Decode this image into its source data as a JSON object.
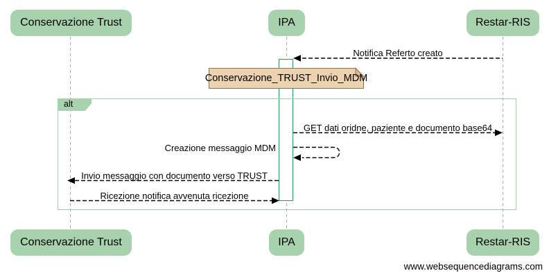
{
  "diagram": {
    "actors": [
      {
        "id": "conservazione-trust",
        "label": "Conservazione Trust"
      },
      {
        "id": "ipa",
        "label": "IPA"
      },
      {
        "id": "restar-ris",
        "label": "Restar-RIS"
      }
    ],
    "note": {
      "label": "Conservazione_TRUST_Invio_MDM"
    },
    "frame": {
      "operator_label": "alt"
    },
    "messages": [
      {
        "label": "Notifica Referto creato",
        "from": "Restar-RIS",
        "to": "IPA",
        "line": "dashed"
      },
      {
        "label": "GET dati oridne, paziente e documento base64",
        "from": "IPA",
        "to": "Restar-RIS",
        "line": "dashed"
      },
      {
        "label": "Creazione messaggio MDM",
        "from": "IPA",
        "to": "IPA",
        "line": "dashed-self"
      },
      {
        "label": "Invio messaggio con documento verso TRUST",
        "from": "IPA",
        "to": "Conservazione Trust",
        "line": "dashed"
      },
      {
        "label": "Ricezione notifica avvenuta ricezione",
        "from": "Conservazione Trust",
        "to": "IPA",
        "line": "dashed"
      }
    ],
    "footer": "www.websequencediagrams.com",
    "colors": {
      "actor_fill": "#a8d1ad",
      "frame_border": "#a3cfa9",
      "activation_border": "#2f9a4b",
      "note_fill": "#ecd2ae",
      "note_border": "#867254",
      "note_fold": "#d9ba8c",
      "lifeline": "#a3a3a3",
      "message_line": "#000000"
    }
  }
}
